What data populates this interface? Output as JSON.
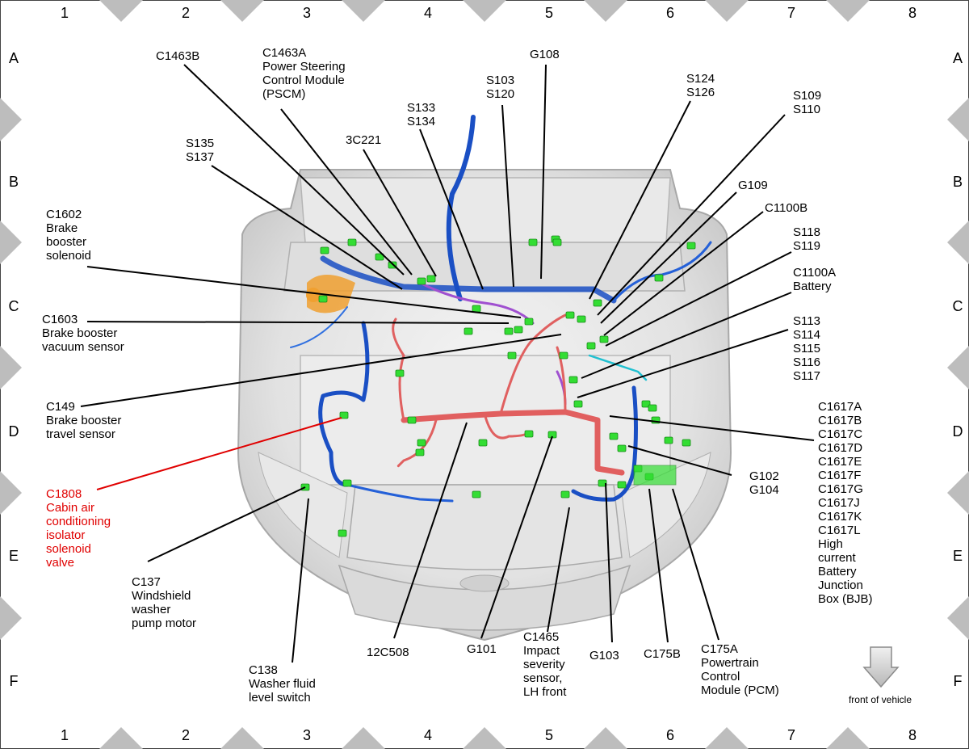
{
  "grid": {
    "columns": [
      "1",
      "2",
      "3",
      "4",
      "5",
      "6",
      "7",
      "8"
    ],
    "rows": [
      "A",
      "B",
      "C",
      "D",
      "E",
      "F"
    ]
  },
  "labels": [
    {
      "id": "c1463b",
      "lines": [
        "C1463B"
      ]
    },
    {
      "id": "c1463a",
      "lines": [
        "C1463A",
        "Power Steering",
        "Control Module",
        "(PSCM)"
      ]
    },
    {
      "id": "g108",
      "lines": [
        "G108"
      ]
    },
    {
      "id": "s103",
      "lines": [
        "S103",
        "S120"
      ]
    },
    {
      "id": "s124",
      "lines": [
        "S124",
        "S126"
      ]
    },
    {
      "id": "s109",
      "lines": [
        "S109",
        "S110"
      ]
    },
    {
      "id": "s133",
      "lines": [
        "S133",
        "S134"
      ]
    },
    {
      "id": "3c221",
      "lines": [
        "3C221"
      ]
    },
    {
      "id": "s135",
      "lines": [
        "S135",
        "S137"
      ]
    },
    {
      "id": "g109",
      "lines": [
        "G109"
      ]
    },
    {
      "id": "c1100b",
      "lines": [
        "C1100B"
      ]
    },
    {
      "id": "s118",
      "lines": [
        "S118",
        "S119"
      ]
    },
    {
      "id": "c1602",
      "lines": [
        "C1602",
        "Brake",
        "booster",
        "solenoid"
      ]
    },
    {
      "id": "c1100a",
      "lines": [
        "C1100A",
        "Battery"
      ]
    },
    {
      "id": "c1603",
      "lines": [
        "C1603",
        "Brake booster",
        "vacuum sensor"
      ]
    },
    {
      "id": "s113",
      "lines": [
        "S113",
        "S114",
        "S115",
        "S116",
        "S117"
      ]
    },
    {
      "id": "c149",
      "lines": [
        "C149",
        "Brake booster",
        "travel sensor"
      ]
    },
    {
      "id": "c1617",
      "lines": [
        "C1617A",
        "C1617B",
        "C1617C",
        "C1617D",
        "C1617E",
        "C1617F",
        "C1617G",
        "C1617J",
        "C1617K",
        "C1617L",
        "High",
        "current",
        "Battery",
        "Junction",
        "Box (BJB)"
      ]
    },
    {
      "id": "g102",
      "lines": [
        "G102",
        "G104"
      ]
    },
    {
      "id": "c1808",
      "lines": [
        "C1808",
        "Cabin air",
        "conditioning",
        "isolator",
        "solenoid",
        "valve"
      ]
    },
    {
      "id": "c137",
      "lines": [
        "C137",
        "Windshield",
        "washer",
        "pump motor"
      ]
    },
    {
      "id": "c138",
      "lines": [
        "C138",
        "Washer fluid",
        "level switch"
      ]
    },
    {
      "id": "12c508",
      "lines": [
        "12C508"
      ]
    },
    {
      "id": "g101",
      "lines": [
        "G101"
      ]
    },
    {
      "id": "c1465",
      "lines": [
        "C1465",
        "Impact",
        "severity",
        "sensor,",
        "LH front"
      ]
    },
    {
      "id": "g103",
      "lines": [
        "G103"
      ]
    },
    {
      "id": "c175b",
      "lines": [
        "C175B"
      ]
    },
    {
      "id": "c175a",
      "lines": [
        "C175A",
        "Powertrain",
        "Control",
        "Module (PCM)"
      ]
    }
  ],
  "front_label": "front of vehicle",
  "colors": {
    "accent_red": "#e00000",
    "harness_blue": "#1a4fc4",
    "harness_red": "#e05050",
    "connector_green": "#33dd33",
    "vehicle_gray": "#d8d8d8"
  }
}
